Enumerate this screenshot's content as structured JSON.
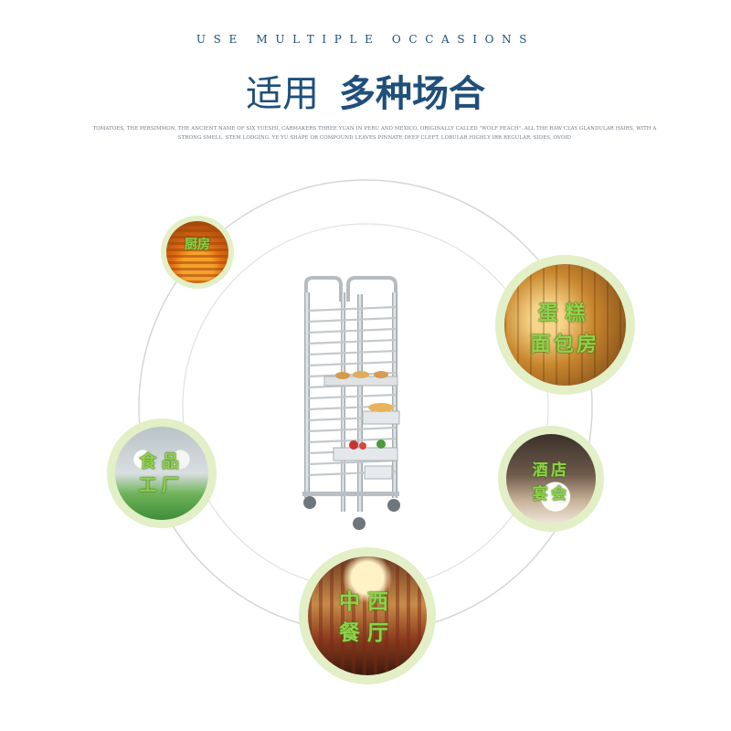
{
  "header": {
    "eyebrow": "USE MULTIPLE OCCASIONS",
    "title_light": "适用",
    "title_bold": "多种场合",
    "description": "TOMATOES, THE PERSIMMON, THE ANCIENT NAME OF SIX YUESHI, CARMAKERS THREE YUAN IN PERU AND MEXICO, ORIGINALLY CALLED \"WOLF PEACH\". ALL THE RAW CLAY GLANDULAR HAIRS, WITH A STRONG SMELL. STEM LODGING. YE YU SHAPE OR COMPOUND LEAVES PINNATE DEEP CLEFT, LOBULAR HIGHLY IRR REGULAR, SIDES, OVOID"
  },
  "occasions": [
    {
      "label_line1": "厨房",
      "label_line2": "",
      "photo": "kitchen-photo"
    },
    {
      "label_line1": "蛋糕",
      "label_line2": "面包房",
      "photo": "bakery-photo"
    },
    {
      "label_line1": "食品",
      "label_line2": "工厂",
      "photo": "food-factory-photo"
    },
    {
      "label_line1": "酒店",
      "label_line2": "宴会",
      "photo": "hotel-banquet-photo"
    },
    {
      "label_line1": "中西",
      "label_line2": "餐厅",
      "photo": "restaurant-photo"
    }
  ],
  "product": {
    "image": "stainless-steel-tray-rack-trolley"
  },
  "colors": {
    "title": "#1f4f7a",
    "badge_ring": "#e2efc7",
    "label_text": "#8fd24b",
    "orbit_line": "#d6d6d6"
  }
}
